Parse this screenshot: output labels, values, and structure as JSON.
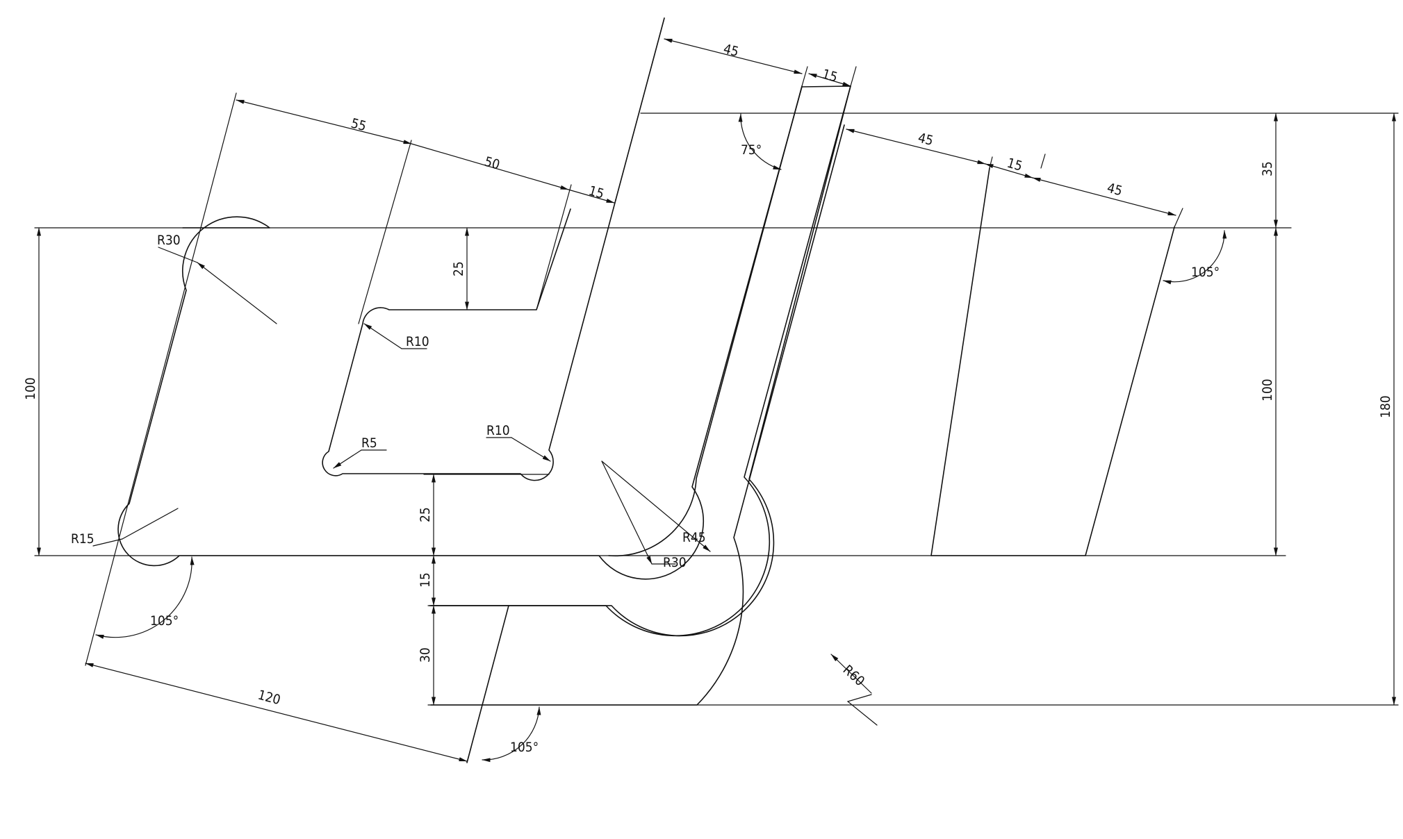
{
  "drawing": {
    "labels": {
      "d55": "55",
      "d50": "50",
      "d15_left": "15",
      "d45_top": "45",
      "d15_top": "15",
      "d45_mid": "45",
      "d15_mid": "15",
      "d45_right": "45",
      "d35": "35",
      "d100_right": "100",
      "d180": "180",
      "d100_left": "100",
      "d25_top": "25",
      "d25_bottom": "25",
      "d15_vert": "15",
      "d30": "30",
      "d120": "120",
      "r30_top": "R30",
      "r10_upper": "R10",
      "r5": "R5",
      "r10_lower": "R10",
      "r15": "R15",
      "r45": "R45",
      "r30_bottom": "R30",
      "r60": "R60",
      "a75": "75°",
      "a105_right": "105°",
      "a105_left": "105°",
      "a105_bottom": "105°"
    }
  }
}
